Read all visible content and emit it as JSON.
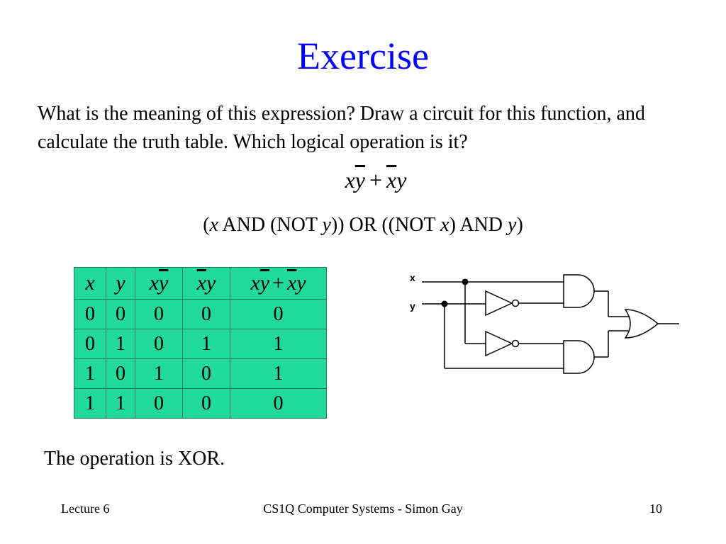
{
  "title": "Exercise",
  "question": "What is the meaning of this expression? Draw a circuit for this function, and calculate the truth table. Which logical operation is it?",
  "expression": {
    "x": "x",
    "y": "y",
    "plus": "+"
  },
  "meaning": {
    "open": "(",
    "x1": "x",
    "and_not": " AND (NOT ",
    "y1": "y",
    "or_not": ")) OR ((NOT ",
    "x2": "x",
    "and": ") AND ",
    "y2": "y",
    "close": ")"
  },
  "truth_table": {
    "rows": [
      [
        "0",
        "0",
        "0",
        "0",
        "0"
      ],
      [
        "0",
        "1",
        "0",
        "1",
        "1"
      ],
      [
        "1",
        "0",
        "1",
        "0",
        "1"
      ],
      [
        "1",
        "1",
        "0",
        "0",
        "0"
      ]
    ],
    "background": "#20d99a"
  },
  "circuit": {
    "input_x": "x",
    "input_y": "y"
  },
  "answer": "The operation is XOR.",
  "footer": {
    "left": "Lecture 6",
    "center": "CS1Q Computer Systems - Simon Gay",
    "right": "10"
  },
  "colors": {
    "title": "#0000ff",
    "text": "#000000"
  }
}
